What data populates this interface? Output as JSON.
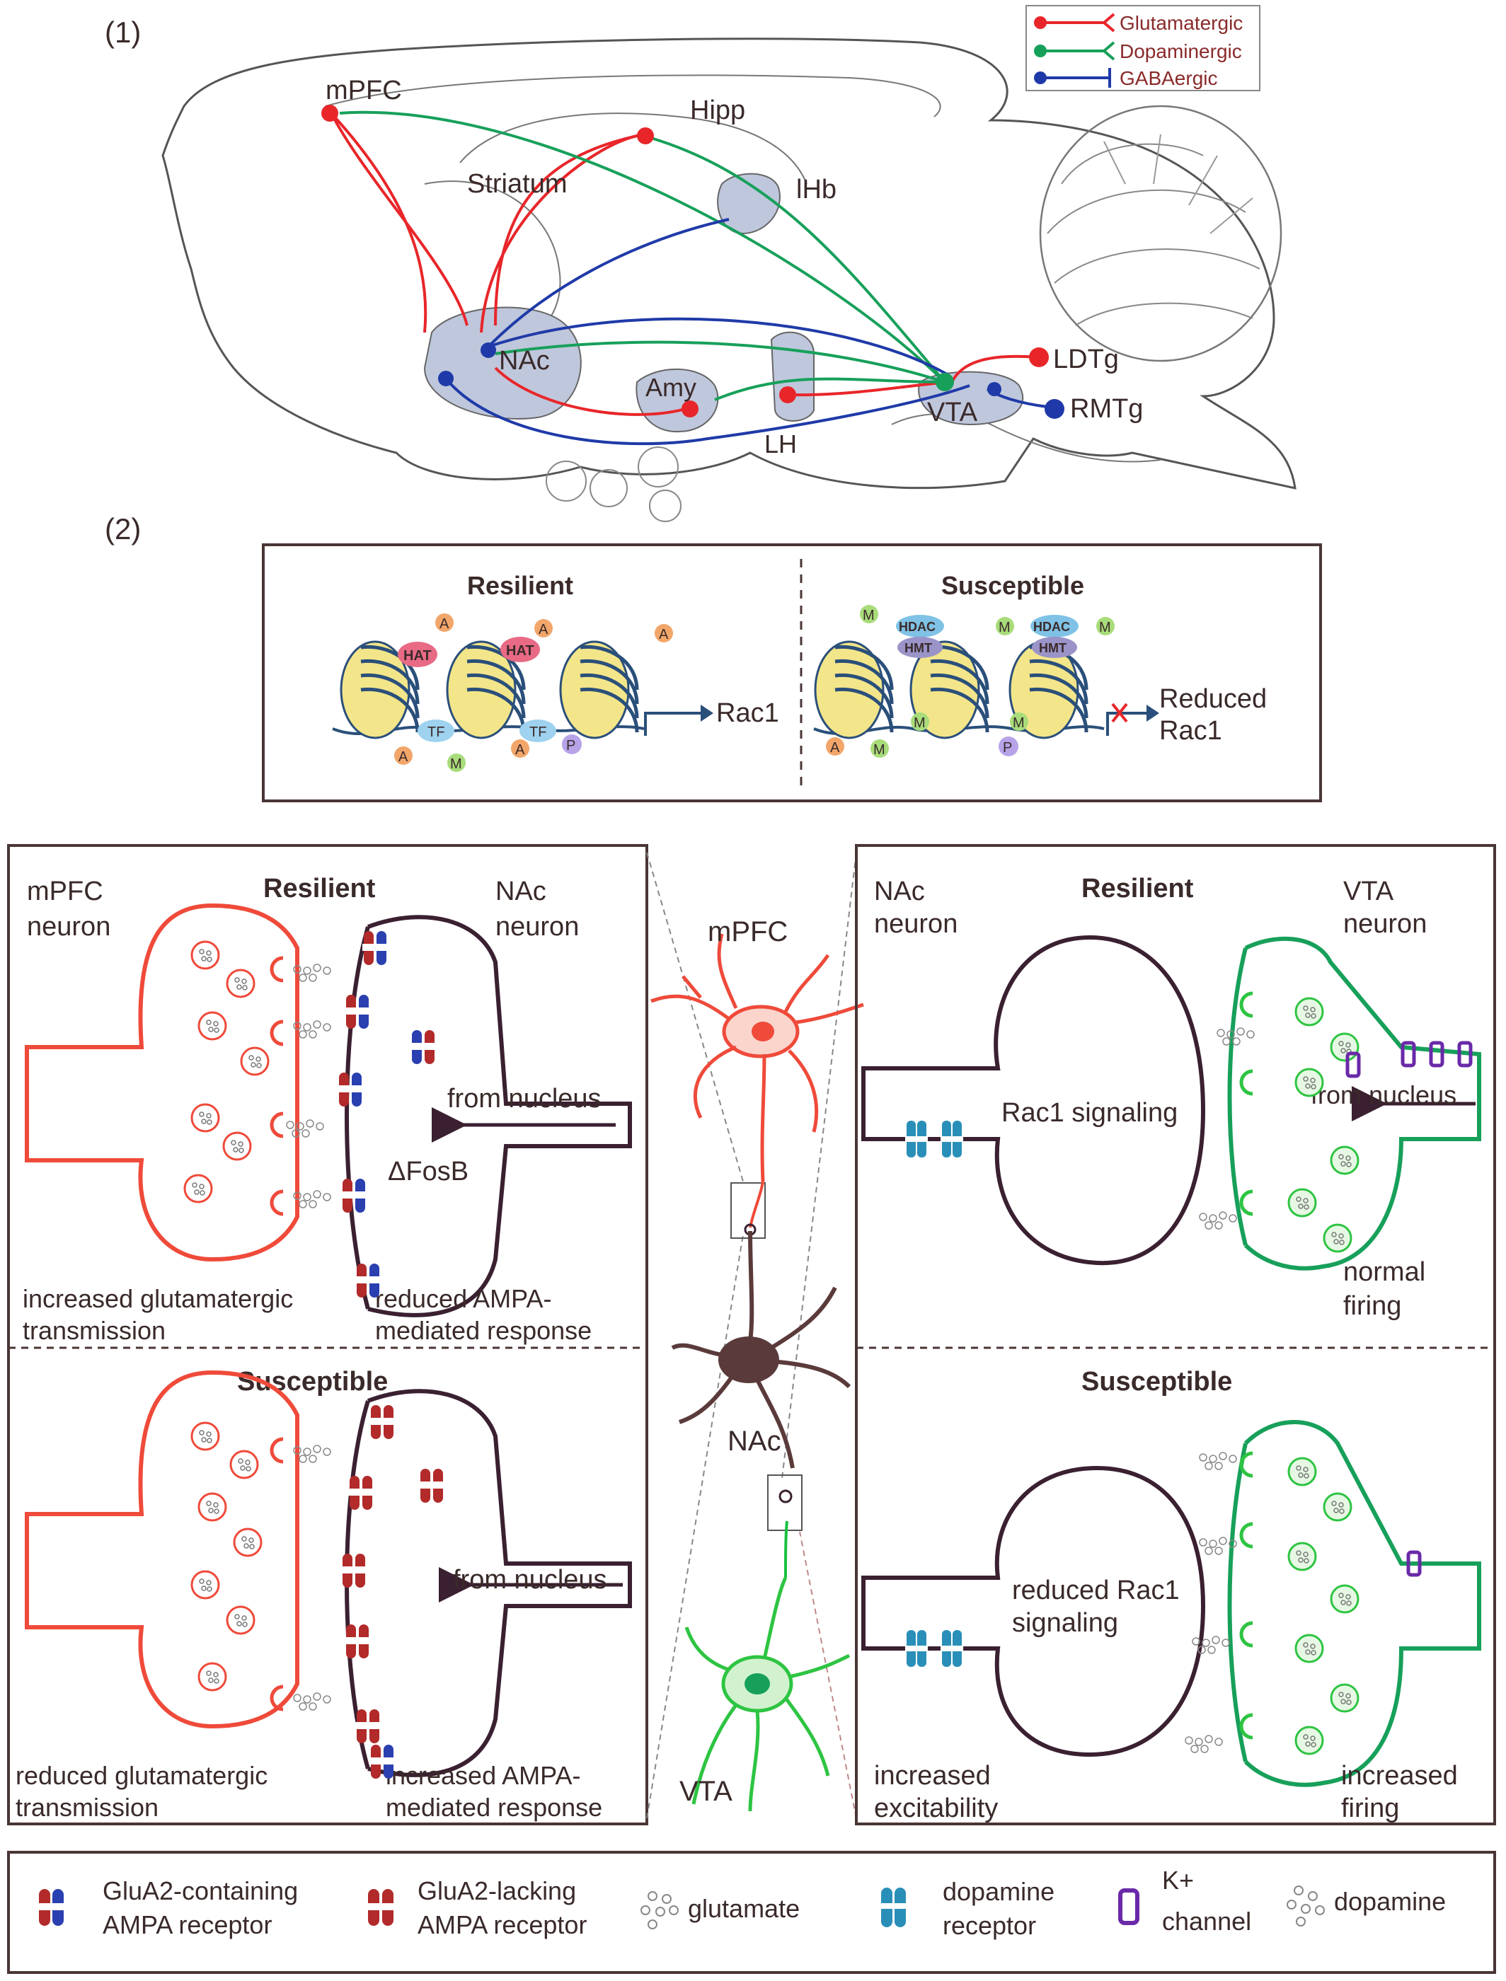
{
  "panel1": {
    "label": "(1)",
    "legend": [
      {
        "label": "Glutamatergic",
        "color": "#e8262a"
      },
      {
        "label": "Dopaminergic",
        "color": "#17a05a"
      },
      {
        "label": "GABAergic",
        "color": "#1f3aa8"
      }
    ],
    "regions": {
      "mpfc": "mPFC",
      "hipp": "Hipp",
      "striatum": "Striatum",
      "lhb": "lHb",
      "nac": "NAc",
      "amy": "Amy",
      "lh": "LH",
      "vta": "VTA",
      "ldtg": "LDTg",
      "rmtg": "RMTg"
    }
  },
  "panel2": {
    "label": "(2)",
    "resilient": {
      "title": "Resilient",
      "gene": "Rac1",
      "marks": {
        "hat": "HAT",
        "acetyl": "A",
        "tf": "TF",
        "methyl": "M",
        "phospho": "P"
      }
    },
    "susceptible": {
      "title": "Susceptible",
      "gene_line1": "Reduced",
      "gene_line2": "Rac1",
      "marks": {
        "hdac": "HDAC",
        "hmt": "HMT",
        "methyl": "M",
        "acetyl": "A",
        "phospho": "P"
      }
    }
  },
  "synapse_left": {
    "pre_label_1": "mPFC",
    "pre_label_2": "neuron",
    "post_label_1": "NAc",
    "post_label_2": "neuron",
    "resilient": {
      "title": "Resilient",
      "from_nucleus": "from nucleus",
      "protein": "ΔFosB",
      "caption_left_1": "increased glutamatergic",
      "caption_left_2": "transmission",
      "caption_right_1": "reduced AMPA-",
      "caption_right_2": "mediated response"
    },
    "susceptible": {
      "title": "Susceptible",
      "from_nucleus": "from nucleus",
      "caption_left_1": "reduced glutamatergic",
      "caption_left_2": "transmission",
      "caption_right_1": "increased AMPA-",
      "caption_right_2": "mediated response"
    }
  },
  "center_neurons": {
    "mpfc": "mPFC",
    "nac": "NAc",
    "vta": "VTA"
  },
  "synapse_right": {
    "post_label_1": "NAc",
    "post_label_2": "neuron",
    "pre_label_1": "VTA",
    "pre_label_2": "neuron",
    "resilient": {
      "title": "Resilient",
      "signaling": "Rac1 signaling",
      "from_nucleus": "from nucleus",
      "caption_1": "normal",
      "caption_2": "firing"
    },
    "susceptible": {
      "title": "Susceptible",
      "signaling_1": "reduced Rac1",
      "signaling_2": "signaling",
      "caption_left_1": "increased",
      "caption_left_2": "excitability",
      "caption_right_1": "increased",
      "caption_right_2": "firing"
    }
  },
  "legend_bottom": {
    "glua2_containing_1": "GluA2-containing",
    "glua2_containing_2": "AMPA receptor",
    "glua2_lacking_1": "GluA2-lacking",
    "glua2_lacking_2": "AMPA receptor",
    "glutamate": "glutamate",
    "dopamine_receptor_1": "dopamine",
    "dopamine_receptor_2": "receptor",
    "k_channel_1": "K+",
    "k_channel_2": "channel",
    "dopamine": "dopamine"
  }
}
